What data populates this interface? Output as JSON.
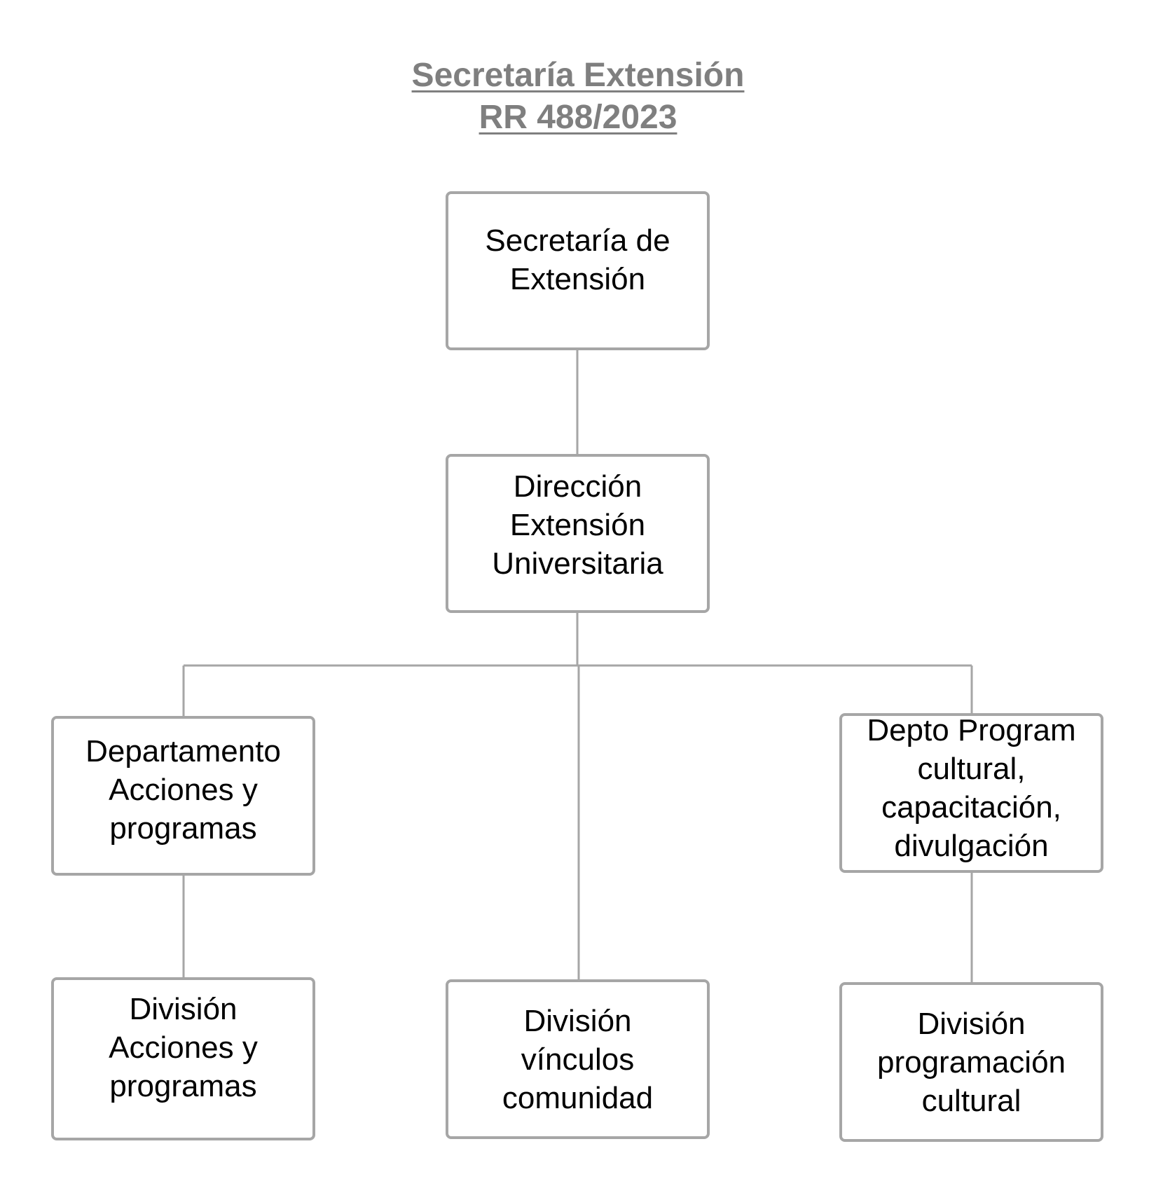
{
  "title": {
    "line1": "Secretaría Extensión",
    "line2": "RR 488/2023"
  },
  "nodes": {
    "root": "Secretaría de\nExtensión",
    "direccion": "Dirección\nExtensión\nUniversitaria",
    "depto_acciones": "Departamento\nAcciones y\nprogramas",
    "depto_program": "Depto Program\ncultural,\ncapacitación,\ndivulgación",
    "div_acciones": "División\nAcciones y\nprogramas",
    "div_vinculos": "División\nvínculos\ncomunidad",
    "div_programacion": "División\nprogramación\ncultural"
  },
  "colors": {
    "title": "#7f7f7f",
    "box_border": "#a6a6a6",
    "connector": "#a6a6a6",
    "text": "#000000"
  }
}
